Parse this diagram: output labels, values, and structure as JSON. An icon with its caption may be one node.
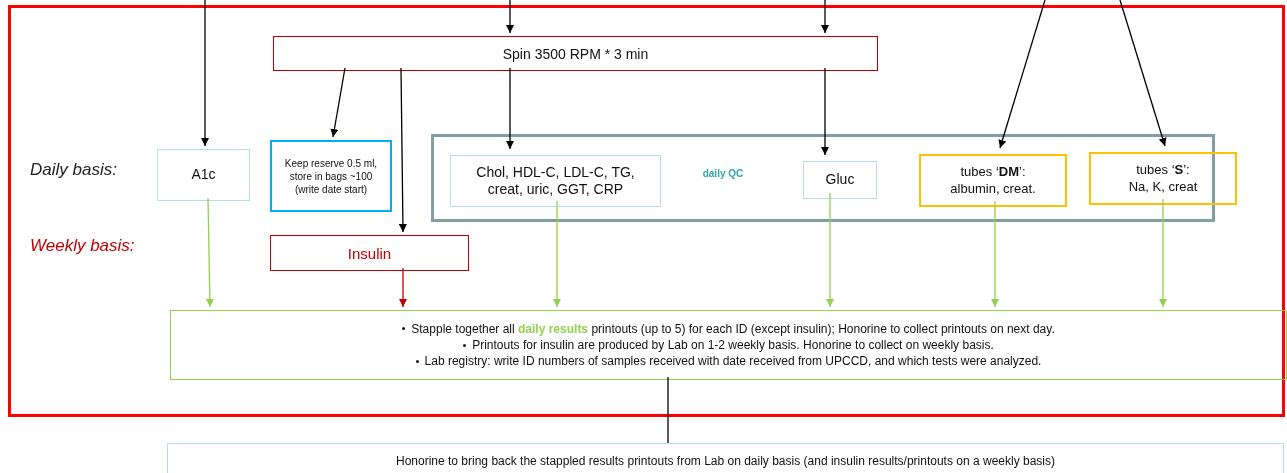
{
  "diagram": {
    "nodes": [
      {
        "text": [],
        "shape": "box"
      },
      {
        "text": [
          "Spin 3500 RPM * 3 min"
        ],
        "in": 0
      },
      {
        "text": [
          "A1c"
        ],
        "in": 0
      },
      {
        "text": [
          "Keep reserve 0.5 ml, store in bags ~100 (write date start)"
        ],
        "in": 0
      },
      {
        "text": [],
        "shape": "box",
        "in": 0
      },
      {
        "text": [
          "Chol, HDL-C, LDL-C, TG, creat, uric, GGT, CRP"
        ],
        "in": 4
      },
      {
        "text": [
          "Gluc"
        ],
        "in": 4
      },
      {
        "text": [
          "tubes ‘**DM**’: albumin, creat."
        ],
        "in": 4
      },
      {
        "text": [
          "tubes ‘**S**’: Na, K, creat"
        ],
        "in": 4
      },
      {
        "text": [
          "Insulin"
        ],
        "in": 0
      },
      {
        "text": [
          "Stapple together all **daily results** printouts (up to 5) for each ID (except insulin); Honorine to collect printouts on next day.",
          "Printouts for insulin are produced by Lab on 1-2 weekly basis. Honorine to collect on weekly basis.",
          "Lab registry: write ID numbers of samples received with date received from UPCCD, and which tests were analyzed."
        ],
        "in": 0
      },
      {
        "text": [
          "Honorine to bring back the stappled results printouts from Lab on daily basis (and insulin results/printouts on a weekly basis)"
        ]
      }
    ],
    "edges": [
      {
        "from": null,
        "to": 2,
        "arrow": "to"
      },
      {
        "from": null,
        "to": 1,
        "arrow": "to"
      },
      {
        "from": null,
        "to": 1,
        "arrow": "to"
      },
      {
        "from": null,
        "to": 7,
        "arrow": "to"
      },
      {
        "from": null,
        "to": 8,
        "arrow": "to"
      },
      {
        "from": 1,
        "to": 3,
        "arrow": "to"
      },
      {
        "from": 1,
        "to": 9,
        "arrow": "to"
      },
      {
        "from": 1,
        "to": 5,
        "arrow": "to"
      },
      {
        "from": 1,
        "to": 6,
        "arrow": "to"
      },
      {
        "from": 2,
        "to": 10,
        "arrow": "to",
        "color": "#92d050"
      },
      {
        "from": 9,
        "to": 10,
        "arrow": "to",
        "color": "#c00000"
      },
      {
        "from": 5,
        "to": 10,
        "arrow": "to",
        "color": "#92d050"
      },
      {
        "from": 6,
        "to": 10,
        "arrow": "to",
        "color": "#92d050"
      },
      {
        "from": 7,
        "to": 10,
        "arrow": "to",
        "color": "#92d050"
      },
      {
        "from": 8,
        "to": 10,
        "arrow": "to",
        "color": "#92d050"
      },
      {
        "from": 10,
        "to": 11,
        "arrow": "none"
      }
    ],
    "labels": [
      "Daily basis:",
      "daily QC",
      "Weekly basis:"
    ]
  }
}
